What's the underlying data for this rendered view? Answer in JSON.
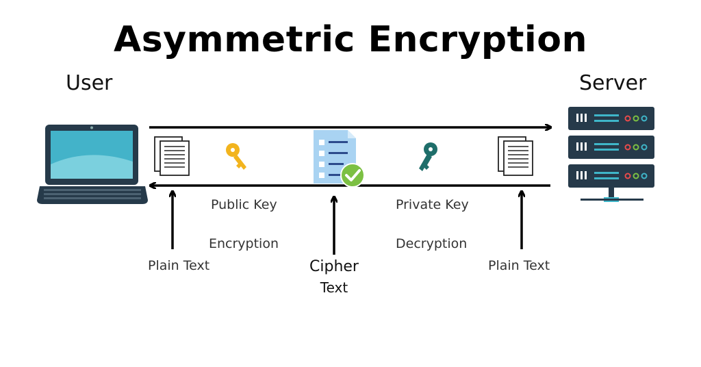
{
  "title": "Asymmetric Encryption",
  "actors": {
    "left": "User",
    "right": "Server"
  },
  "labels": {
    "plain_text_left": "Plain Text",
    "public_key": "Public Key",
    "encryption": "Encryption",
    "cipher": "Cipher",
    "cipher_text": "Text",
    "private_key": "Private Key",
    "decryption": "Decryption",
    "plain_text_right": "Plain Text"
  },
  "icons": {
    "laptop": "laptop-icon",
    "document_left": "document-icon",
    "public_key": "key-icon",
    "cipher_doc": "checked-document-icon",
    "private_key": "key-icon",
    "document_right": "document-icon",
    "server": "server-rack-icon"
  },
  "colors": {
    "public_key": "#f2b41e",
    "private_key": "#1e6e6a",
    "laptop_screen": "#43b3c9",
    "laptop_body": "#263a4a",
    "server": "#263a4a",
    "server_accent": "#3fb6c9",
    "check": "#7cc043",
    "cipher_doc": "#a9d3f2"
  }
}
